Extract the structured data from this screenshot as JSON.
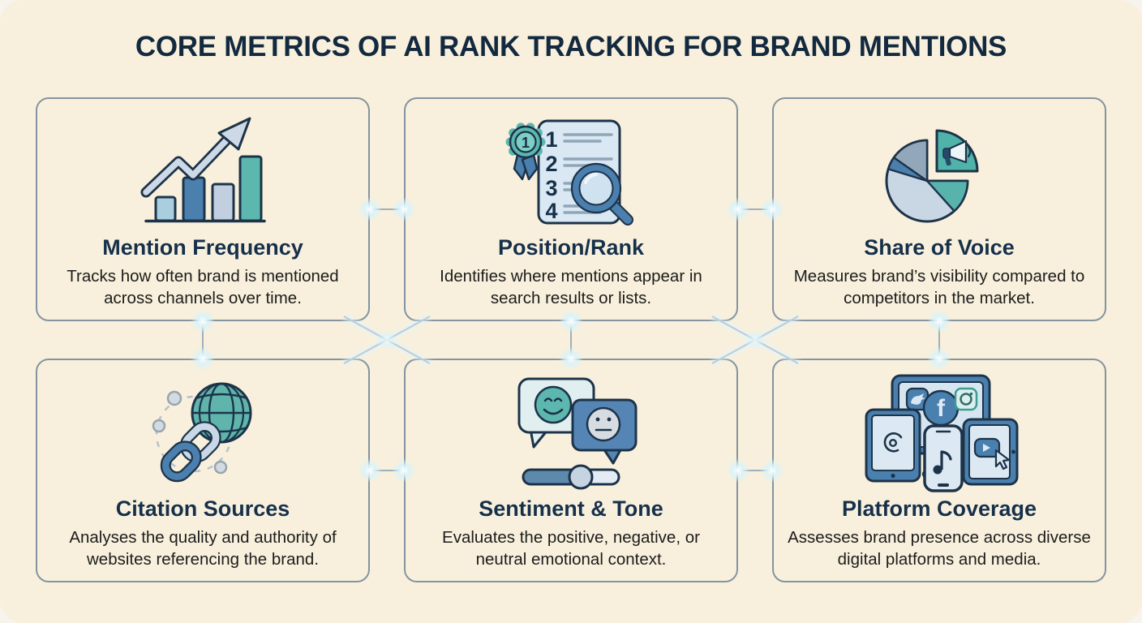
{
  "title": "CORE METRICS OF AI RANK TRACKING FOR BRAND MENTIONS",
  "cards": [
    {
      "title": "Mention Frequency",
      "description": "Tracks how often brand is mentioned across channels over time.",
      "icon": "bar-chart-growth"
    },
    {
      "title": "Position/Rank",
      "description": "Identifies where mentions appear in search results or lists.",
      "icon": "ranked-list-magnifier"
    },
    {
      "title": "Share of Voice",
      "description": "Measures brand’s visibility compared to competitors in the market.",
      "icon": "pie-chart-megaphone"
    },
    {
      "title": "Citation Sources",
      "description": "Analyses the quality and authority of websites referencing the brand.",
      "icon": "globe-chain-link"
    },
    {
      "title": "Sentiment & Tone",
      "description": "Evaluates the positive, negative, or neutral emotional context.",
      "icon": "sentiment-bubbles-slider"
    },
    {
      "title": "Platform Coverage",
      "description": "Assesses brand presence across diverse digital platforms and media.",
      "icon": "devices-social-media"
    }
  ],
  "icon_text": {
    "rank_badge": "1",
    "rank_list": [
      "1",
      "2",
      "3",
      "4"
    ],
    "facebook_glyph": "f"
  },
  "colors": {
    "background": "#f8f0dc",
    "card_border": "#8494a0",
    "heading": "#13293f",
    "card_title": "#17304a",
    "body_text": "#1c1c1c",
    "navy_outline": "#1d3349",
    "teal": "#5cb8af",
    "blue": "#4a7fae",
    "light_blue": "#c9d8e7",
    "gray_blue": "#93a7ba",
    "connector": "#9fb0bd",
    "glow": "#d8f3fb"
  }
}
